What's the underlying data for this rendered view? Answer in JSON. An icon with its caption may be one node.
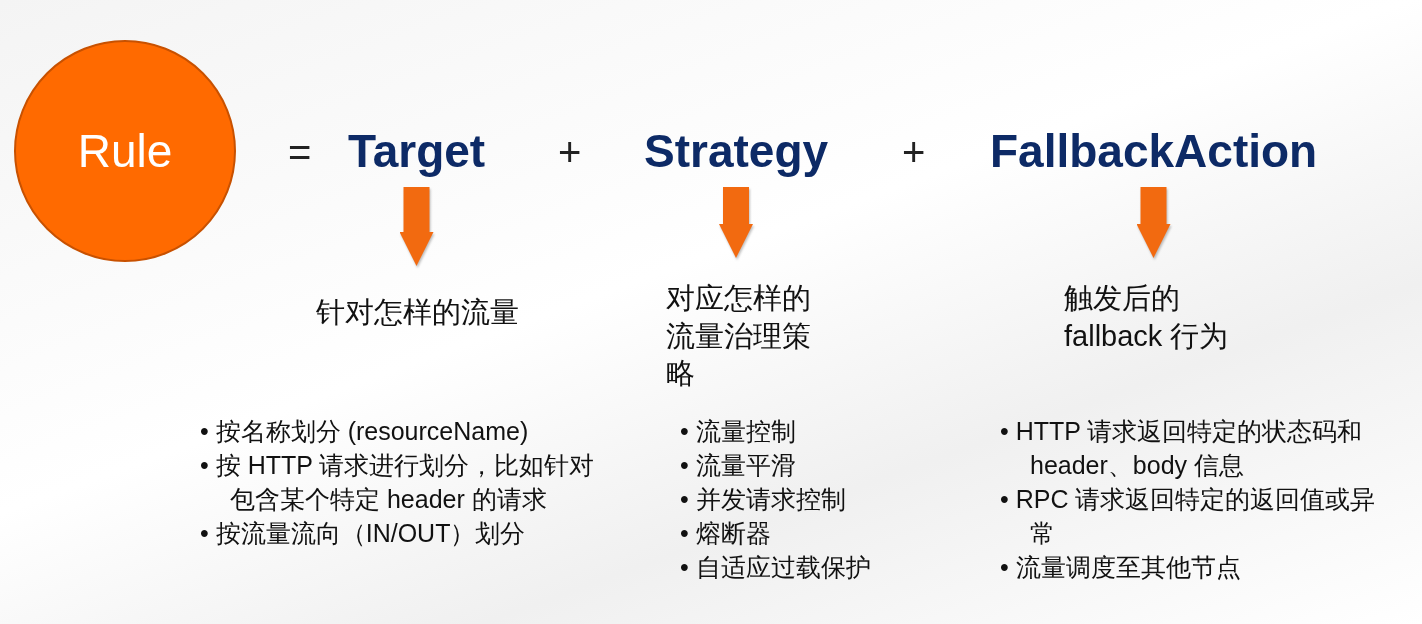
{
  "diagram": {
    "nodes": [
      {
        "text": [
          "Rule"
        ]
      },
      {
        "text": [
          "Target"
        ]
      },
      {
        "text": [
          "Strategy"
        ]
      },
      {
        "text": [
          "FallbackAction"
        ]
      },
      {
        "text": [
          "针对怎样的流量"
        ]
      },
      {
        "text": [
          "对应怎样的流量治理策略"
        ]
      },
      {
        "text": [
          "触发后的 fallback 行为"
        ]
      }
    ],
    "edges": [
      {
        "from": 1,
        "to": 4,
        "arrow": "to"
      },
      {
        "from": 2,
        "to": 5,
        "arrow": "to"
      },
      {
        "from": 3,
        "to": 6,
        "arrow": "to"
      }
    ],
    "labels": [
      "=",
      "+",
      "+",
      "• 按名称划分 (resourceName)",
      "• 按 HTTP 请求进行划分，比如针对包含某个特定 header 的请求",
      "• 按流量流向（IN/OUT）划分",
      "• 流量控制",
      "• 流量平滑",
      "• 并发请求控制",
      "• 熔断器",
      "• 自适应过载保护",
      "• HTTP 请求返回特定的状态码和 header、body 信息",
      "• RPC 请求返回特定的返回值或异常",
      "• 流量调度至其他节点"
    ]
  }
}
